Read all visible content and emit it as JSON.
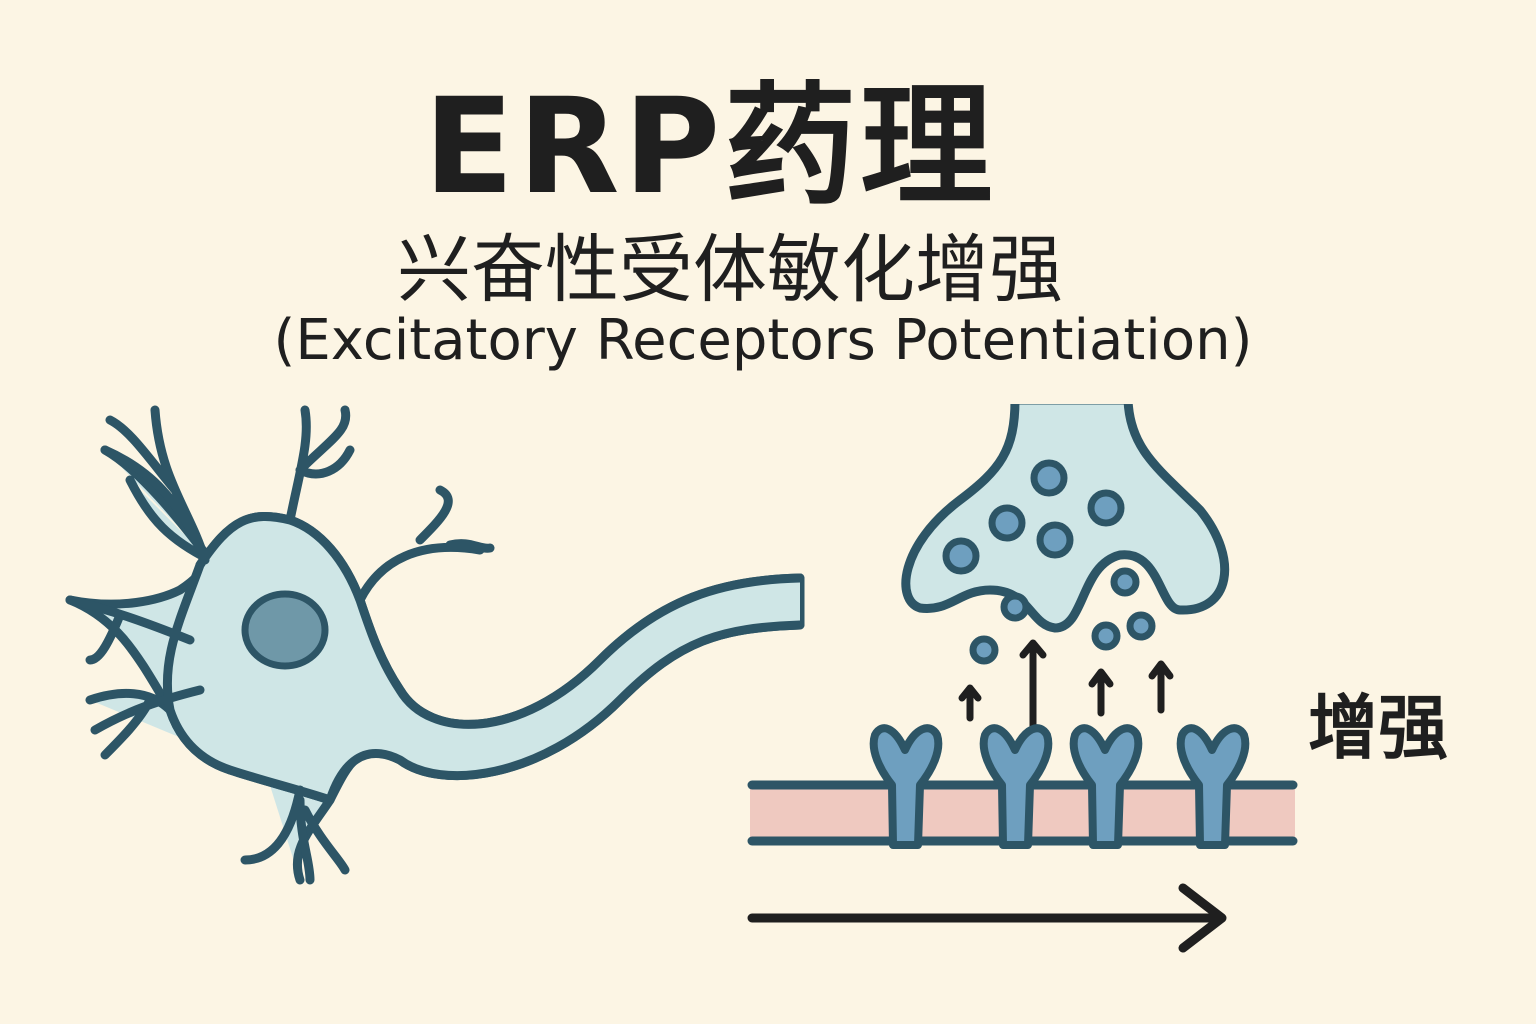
{
  "title": "ERP药理",
  "subtitle_cn": "兴奋性受体敏化增强",
  "subtitle_en": "(Excitatory Receptors Potentiation)",
  "enhance_label": "增强",
  "colors": {
    "background": "#fcf5e4",
    "outline": "#2d5566",
    "cell_fill": "#cfe6e6",
    "receptor_fill": "#6e9fbf",
    "membrane_fill": "#efc9c0",
    "arrow": "#1f1f1f"
  }
}
